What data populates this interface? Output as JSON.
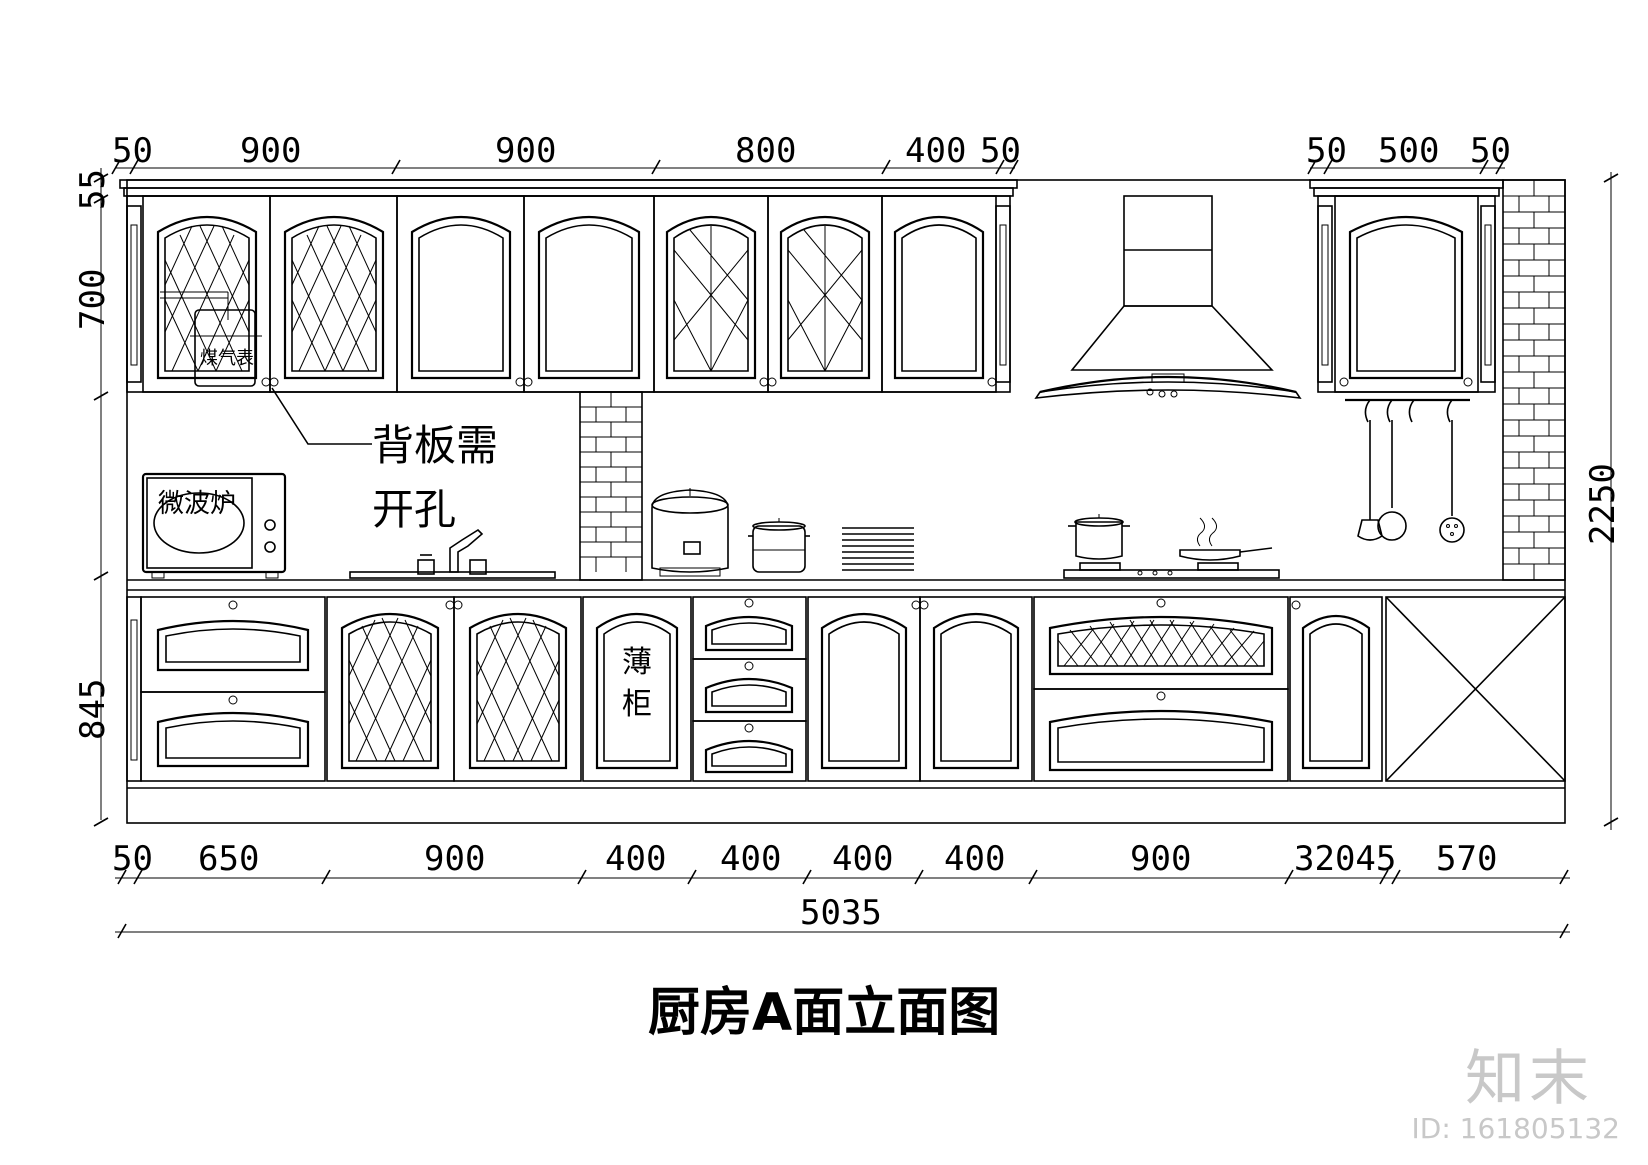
{
  "title": "厨房A面立面图",
  "labels": {
    "gas_meter": "煤气表",
    "backboard_note_line1": "背板需",
    "backboard_note_line2": "开孔",
    "microwave": "微波炉",
    "thin_cabinet_line1": "薄",
    "thin_cabinet_line2": "柜"
  },
  "dimensions": {
    "top": [
      "50",
      "900",
      "900",
      "800",
      "400",
      "50"
    ],
    "top_right": [
      "50",
      "500",
      "50"
    ],
    "bottom": [
      "50",
      "650",
      "900",
      "400",
      "400",
      "400",
      "400",
      "900",
      "32045",
      "570"
    ],
    "total": "5035",
    "left": [
      "55",
      "700",
      "845"
    ],
    "right": "2250"
  },
  "watermark": {
    "logo": "知末",
    "id": "ID: 161805132"
  }
}
